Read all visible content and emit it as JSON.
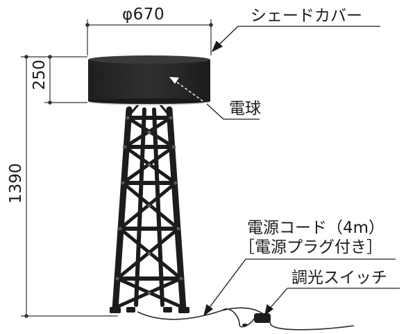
{
  "dimensions": {
    "diameter": "φ670",
    "shade_height": "250",
    "total_height": "1390"
  },
  "callouts": {
    "shade_cover": "シェードカバー",
    "bulb": "電球",
    "power_cord": "電源コード（4m）",
    "power_plug": "［電源プラグ付き］",
    "dimmer_switch": "調光スイッチ"
  },
  "colors": {
    "lamp_body": "#1c1c1c",
    "bolts": "#5a5a5a",
    "dimension_lines": "#333333",
    "background": "#ffffff"
  }
}
